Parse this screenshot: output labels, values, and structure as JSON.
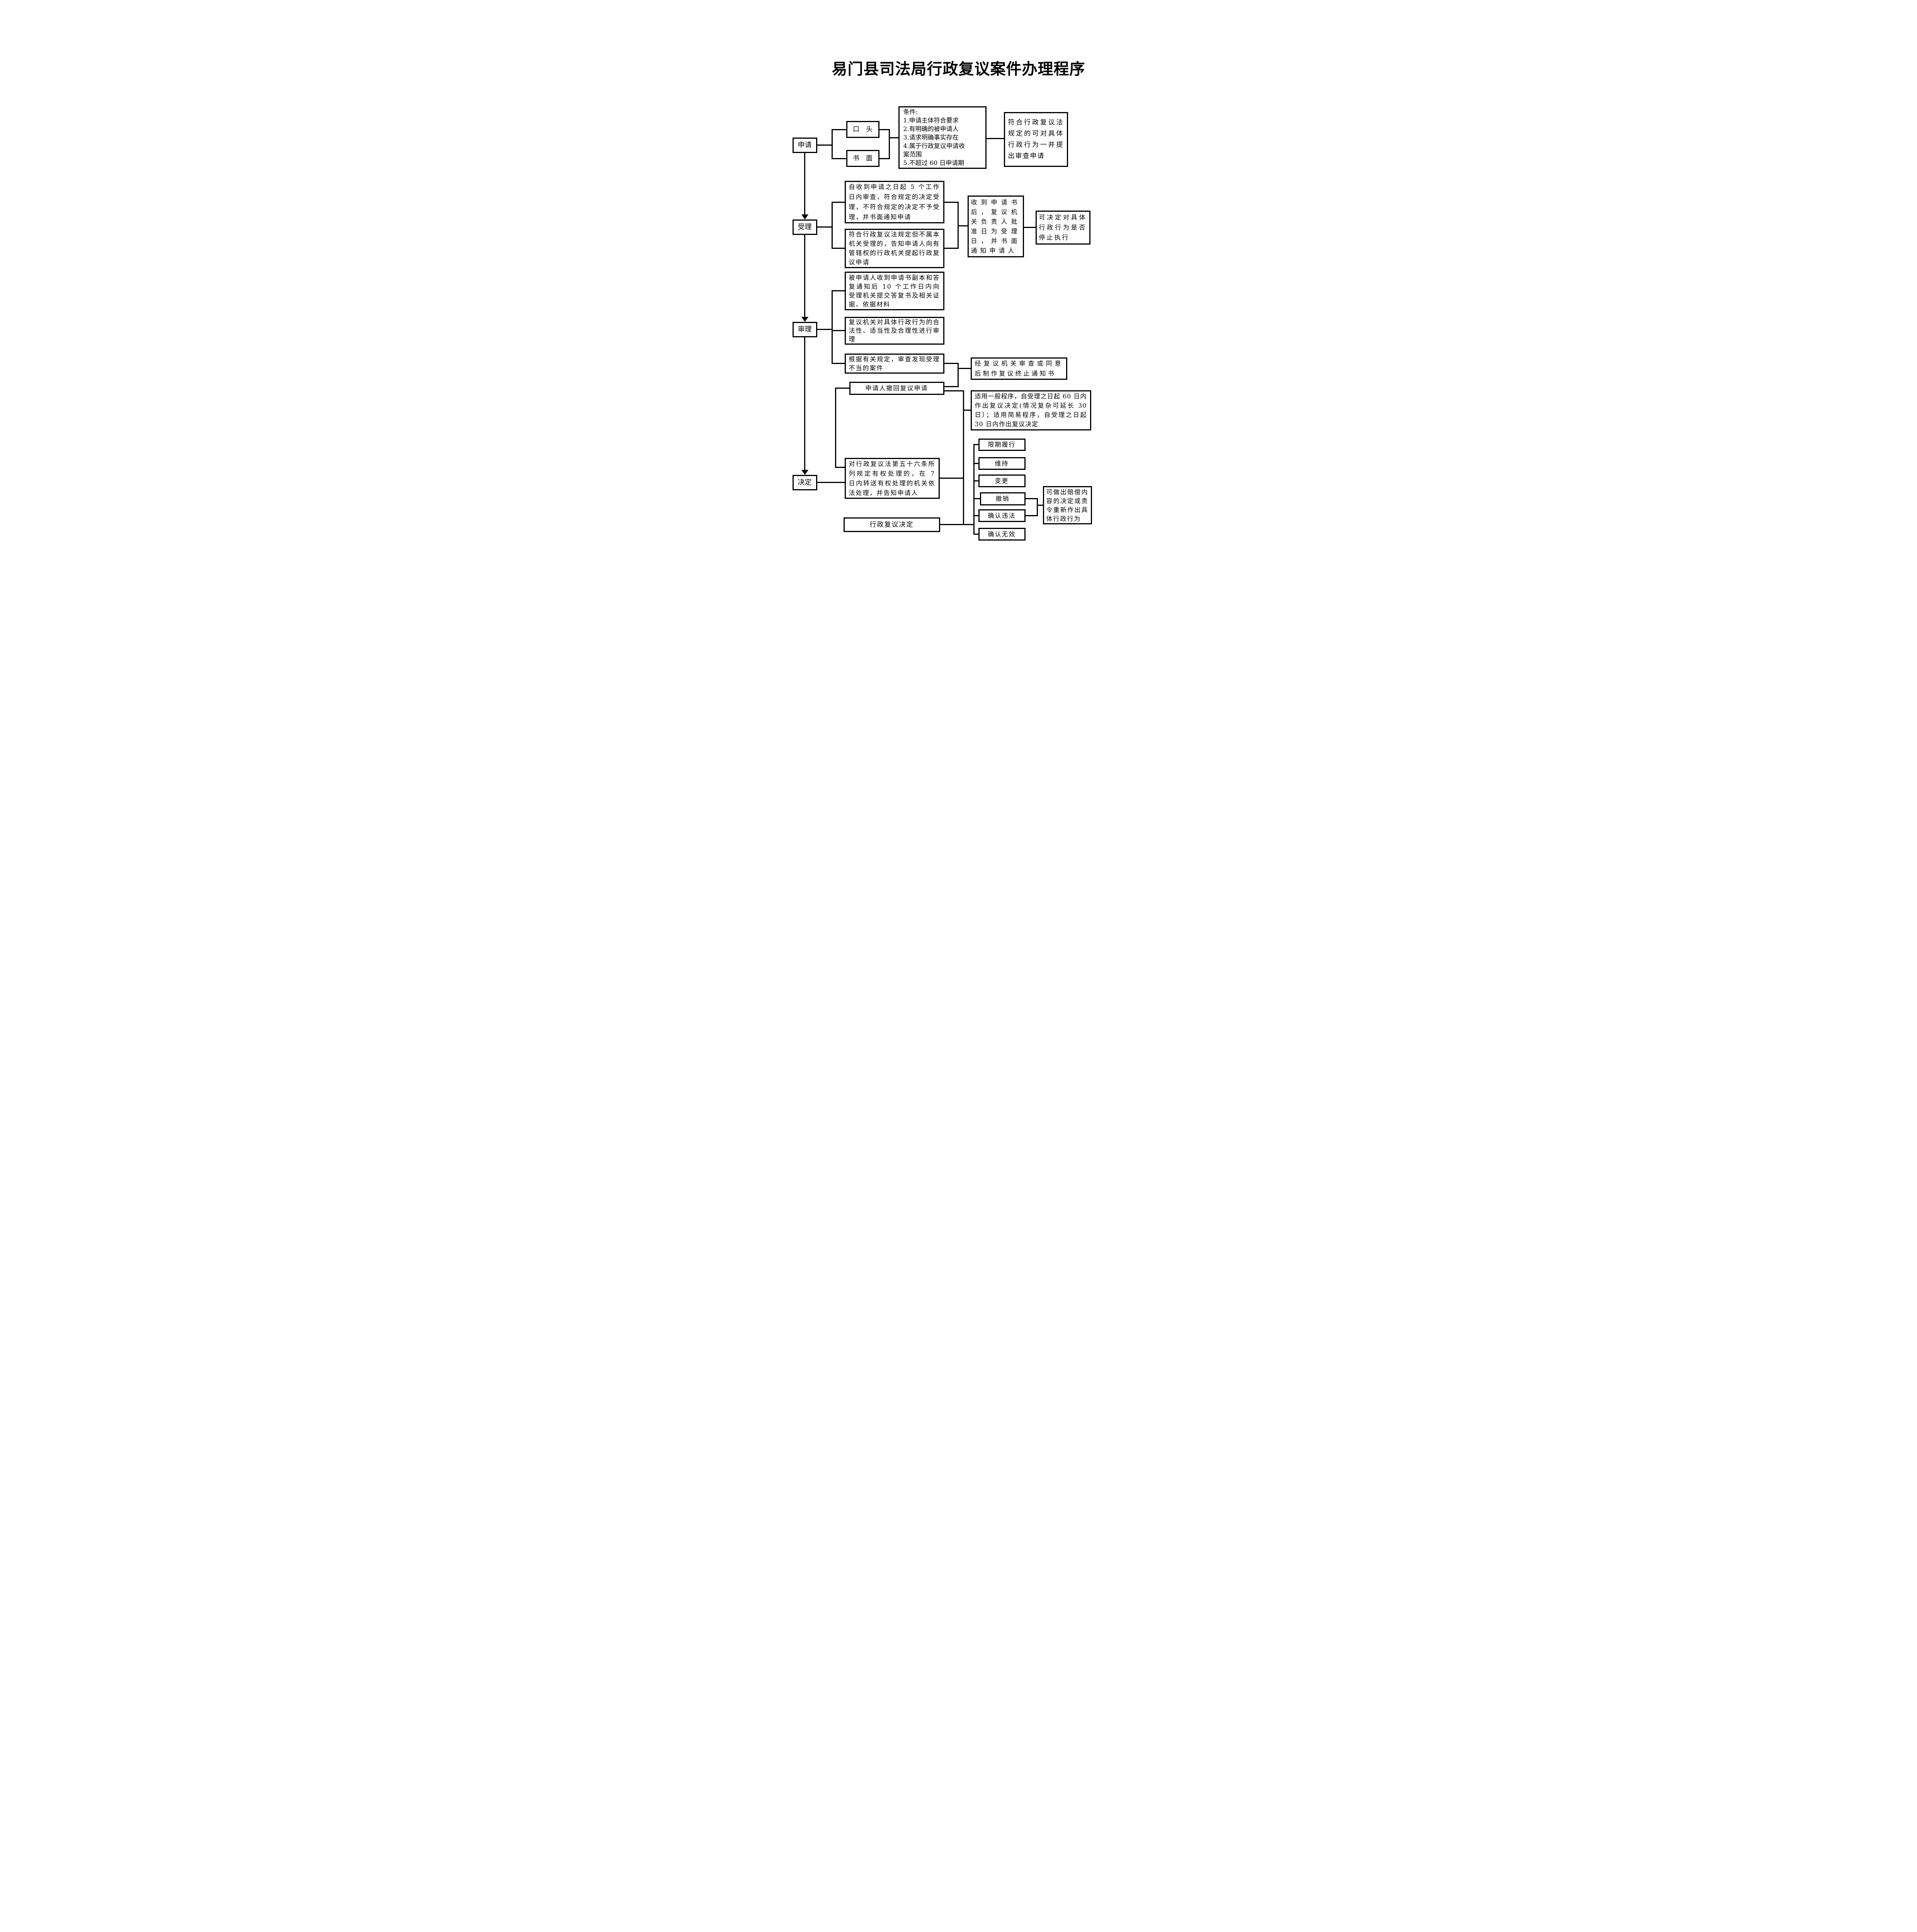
{
  "page": {
    "title": "易门县司法局行政复议案件办理程序"
  },
  "stages": {
    "apply": "申请",
    "accept": "受理",
    "review": "审理",
    "decide": "决定"
  },
  "apply_flow": {
    "oral": "口　头",
    "written": "书　面",
    "conditions": "条件:\n1.申请主体符合要求\n2.有明确的被申请人\n3.请求明确事实存在\n4.属于行政复议申请收\n案范围\n5.不超过 60 日申请期",
    "joint_review": "符合行政复议法规定的可对具体行政行为一并提出审查申请"
  },
  "accept_flow": {
    "screening": "自收到申请之日起 5 个工作日内审查，符合规定的决定受理，不符合规定的决定不予受理，并书面通知申请",
    "transfer_notice": "符合行政复议法规定但不属本机关受理的，告知申请人向有管辖权的行政机关提起行政复议申请",
    "acceptance_date": "收到申请书后，复议机关负责人批准日为受理日，并书面通知申请人",
    "suspension": "可决定对具体行政行为是否停止执行"
  },
  "review_flow": {
    "respondent_reply": "被申请人收到申请书副本和答复通知后 10 个工作日内向受理机关提交答复书及相关证据、依据材料",
    "legality_review": "复议机关对具体行政行为的合法性、适当性及合理性进行审理",
    "improper_case": "根据有关规定，审查发现受理不当的案件",
    "withdraw": "申请人撤回复议申请",
    "termination": "经复议机关审查或同意后制作复议终止通知书",
    "time_limit": "适用一般程序，自受理之日起 60 日内作出复议决定(情况复杂可延长 30 日）；适用简易程序，自受理之日起 30 日内作出复议决定"
  },
  "decide_flow": {
    "article56": "对行政复议法第五十六条所列规定有权处理的，在 7 日内转送有权处理的机关依法处理，并告知申请人",
    "decision": "行政复议决定",
    "outcomes": [
      "限期履行",
      "维持",
      "变更",
      "撤销",
      "确认违法",
      "确认无效"
    ],
    "compensation": "可做出赔偿内容的决定或责令重新作出具体行政行为"
  }
}
